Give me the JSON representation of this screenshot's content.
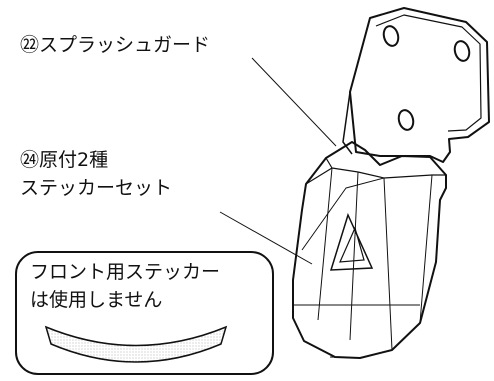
{
  "callouts": {
    "splash_guard": "㉒スプラッシュガード",
    "sticker_set_line1": "㉔原付2種",
    "sticker_set_line2": "ステッカーセット"
  },
  "note": {
    "line1": "フロント用ステッカー",
    "line2": "は使用しません"
  },
  "colors": {
    "line": "#111111",
    "background": "#ffffff",
    "pattern": "#bdbdbd"
  }
}
